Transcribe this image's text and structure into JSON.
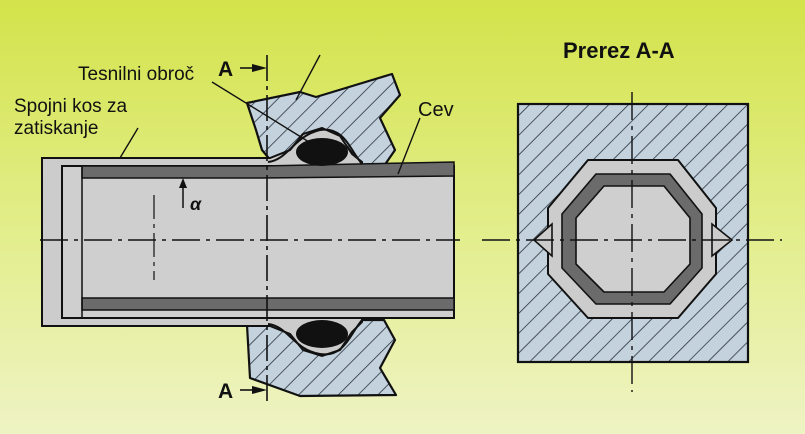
{
  "labels": {
    "seal_ring": "Tesnilni obroč",
    "fitting_line1": "Spojni kos za",
    "fitting_line2": "zatiskanje",
    "tube": "Cev",
    "angle": "α",
    "section_mark_top": "A",
    "section_mark_bottom": "A",
    "section_title": "Prerez A-A"
  },
  "colors": {
    "background_top": "#d3e34a",
    "background_bottom": "#eef3c4",
    "hatch_fill": "#c3d2dd",
    "pipe_fill": "#cccccc",
    "pipe_wall": "#6b6b6b",
    "seal": "#111111",
    "outline": "#111111"
  }
}
